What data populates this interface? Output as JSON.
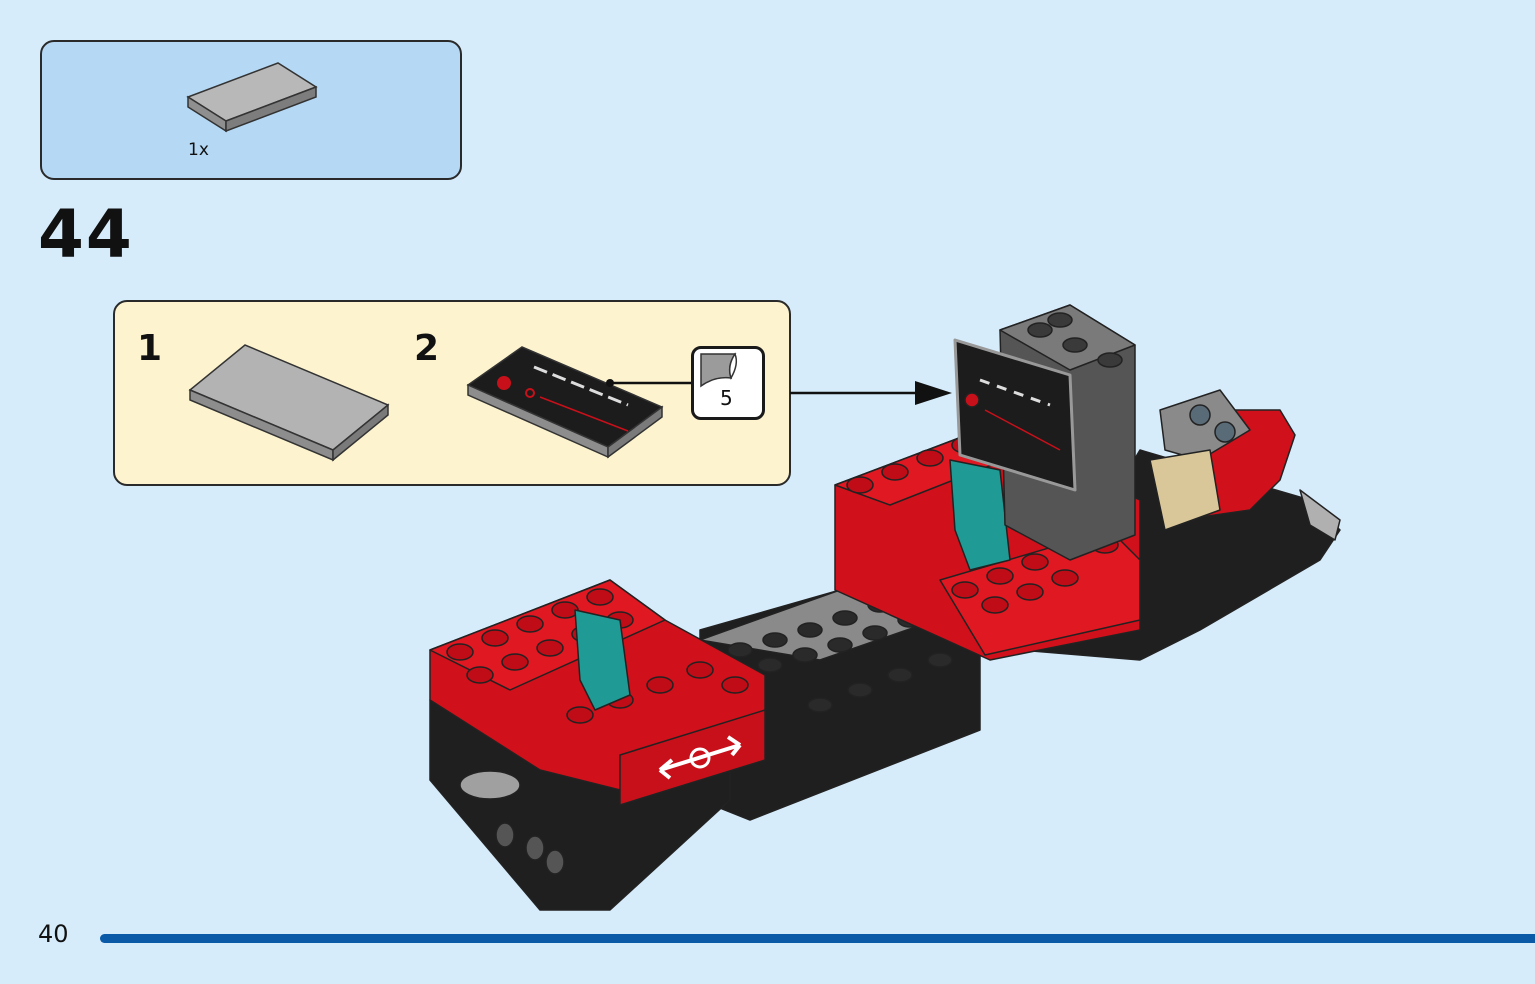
{
  "parts_list": {
    "quantity": "1x",
    "part": "gray-tile-2x4"
  },
  "step": {
    "number": "44"
  },
  "substeps": [
    {
      "number": "1",
      "part": "gray-tile-2x4"
    },
    {
      "number": "2",
      "part": "printed-tile-with-sticker"
    }
  ],
  "sticker": {
    "number": "5",
    "icon": "sticker-peel-icon"
  },
  "page": {
    "number": "40"
  },
  "colors": {
    "background": "#d6ecfb",
    "parts_box": "#b5d9f5",
    "substep_box": "#fdf4cf",
    "brick_red": "#d0101a",
    "brick_black": "#1f1f1f",
    "brick_teal": "#1f9a94",
    "brick_gray": "#9a9a9a",
    "rule": "#0a5aa8"
  }
}
